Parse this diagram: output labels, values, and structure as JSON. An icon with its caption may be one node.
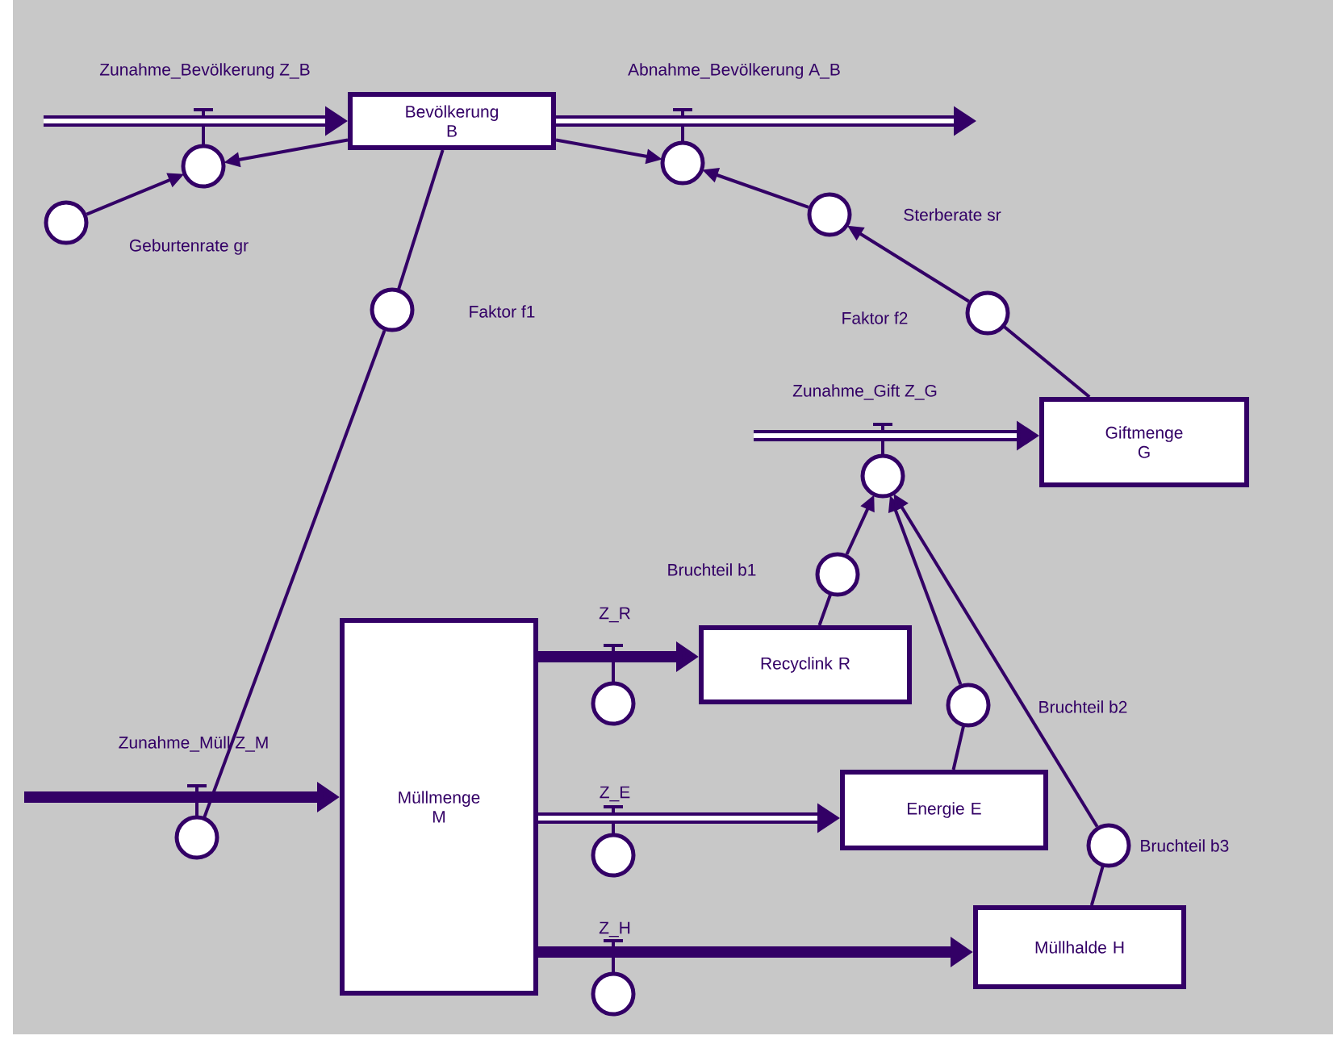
{
  "diagram": {
    "nodes": [
      {
        "text": [
          "Bevölkerung B"
        ]
      },
      {
        "text": [],
        "shape": "circle",
        "beside": [
          "Zunahme_Bevölkerung Z_B"
        ]
      },
      {
        "text": [],
        "shape": "circle",
        "beside": [
          "Abnahme_Bevölkerung A_B"
        ]
      },
      {
        "text": [],
        "shape": "circle",
        "beside": [
          "Geburtenrate gr"
        ]
      },
      {
        "text": [],
        "shape": "circle",
        "beside": [
          "Sterberate sr"
        ]
      },
      {
        "text": [],
        "shape": "circle",
        "beside": [
          "Faktor f1"
        ]
      },
      {
        "text": [],
        "shape": "circle",
        "beside": [
          "Faktor f2"
        ]
      },
      {
        "text": [
          "Giftmenge G"
        ]
      },
      {
        "text": [],
        "shape": "circle",
        "beside": [
          "Zunahme_Gift Z_G"
        ]
      },
      {
        "text": [],
        "shape": "circle",
        "beside": [
          "Bruchteil b1"
        ]
      },
      {
        "text": [
          "Müllmenge M"
        ]
      },
      {
        "text": [
          "Recyclink R"
        ]
      },
      {
        "text": [],
        "shape": "circle",
        "beside": [
          "Z_R"
        ]
      },
      {
        "text": [],
        "shape": "circle",
        "beside": [
          "Zunahme_Müll Z_M"
        ]
      },
      {
        "text": [
          "Energie E"
        ]
      },
      {
        "text": [],
        "shape": "circle",
        "beside": [
          "Z_E"
        ]
      },
      {
        "text": [],
        "shape": "circle",
        "beside": [
          "Bruchteil b2"
        ]
      },
      {
        "text": [
          "Müllhalde H"
        ]
      },
      {
        "text": [],
        "shape": "circle",
        "beside": [
          "Z_H"
        ]
      },
      {
        "text": [],
        "shape": "circle",
        "beside": [
          "Bruchteil b3"
        ]
      }
    ],
    "edges": [
      {
        "from": null,
        "to": 0,
        "arrow": "to",
        "style": "thick"
      },
      {
        "from": 0,
        "to": null,
        "arrow": "to",
        "style": "thick"
      },
      {
        "from": null,
        "to": 7,
        "arrow": "to",
        "style": "thick"
      },
      {
        "from": null,
        "to": 10,
        "arrow": "to",
        "style": "thick"
      },
      {
        "from": 10,
        "to": 11,
        "arrow": "to",
        "style": "thick"
      },
      {
        "from": 10,
        "to": 14,
        "arrow": "to",
        "style": "thick"
      },
      {
        "from": 10,
        "to": 17,
        "arrow": "to",
        "style": "thick"
      },
      {
        "from": 0,
        "to": 1,
        "arrow": "to"
      },
      {
        "from": 3,
        "to": 1,
        "arrow": "to"
      },
      {
        "from": 0,
        "to": 2,
        "arrow": "to"
      },
      {
        "from": 4,
        "to": 2,
        "arrow": "to"
      },
      {
        "from": 6,
        "to": 4,
        "arrow": "to"
      },
      {
        "from": 7,
        "to": 6,
        "arrow": "none"
      },
      {
        "from": 0,
        "to": 5,
        "arrow": "none"
      },
      {
        "from": 5,
        "to": 13,
        "arrow": "none"
      },
      {
        "from": 11,
        "to": 9,
        "arrow": "none"
      },
      {
        "from": 9,
        "to": 8,
        "arrow": "to"
      },
      {
        "from": 14,
        "to": 16,
        "arrow": "none"
      },
      {
        "from": 16,
        "to": 8,
        "arrow": "to"
      },
      {
        "from": 17,
        "to": 19,
        "arrow": "none"
      },
      {
        "from": 19,
        "to": 8,
        "arrow": "to"
      }
    ]
  }
}
